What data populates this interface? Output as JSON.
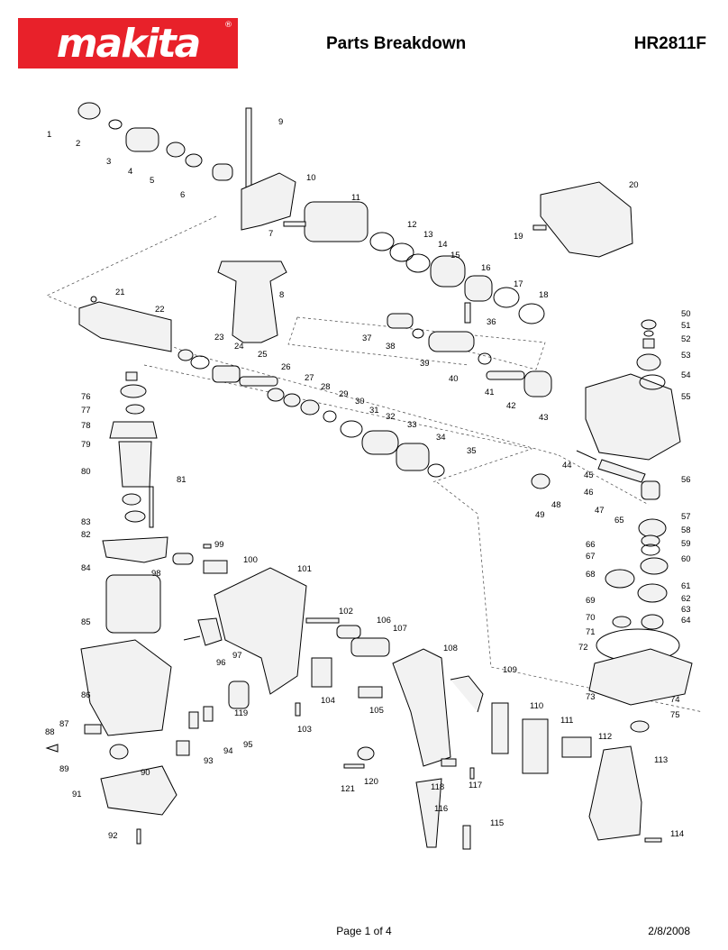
{
  "brand": {
    "name": "makita",
    "registered_mark": "®",
    "color": "#e8212a"
  },
  "header": {
    "title": "Parts Breakdown",
    "model": "HR2811F"
  },
  "footer": {
    "page": "Page 1 of 4",
    "date": "2/8/2008"
  },
  "parts": [
    "1",
    "2",
    "3",
    "4",
    "5",
    "6",
    "7",
    "8",
    "9",
    "10",
    "11",
    "12",
    "13",
    "14",
    "15",
    "16",
    "17",
    "18",
    "19",
    "20",
    "21",
    "22",
    "23",
    "24",
    "25",
    "26",
    "27",
    "28",
    "29",
    "30",
    "31",
    "32",
    "33",
    "34",
    "35",
    "36",
    "37",
    "38",
    "39",
    "40",
    "41",
    "42",
    "43",
    "44",
    "45",
    "46",
    "47",
    "48",
    "49",
    "50",
    "51",
    "52",
    "53",
    "54",
    "55",
    "56",
    "57",
    "58",
    "59",
    "60",
    "61",
    "62",
    "63",
    "64",
    "65",
    "66",
    "67",
    "68",
    "69",
    "70",
    "71",
    "72",
    "73",
    "74",
    "75",
    "76",
    "77",
    "78",
    "79",
    "80",
    "81",
    "82",
    "83",
    "84",
    "85",
    "86",
    "87",
    "88",
    "89",
    "90",
    "91",
    "92",
    "93",
    "94",
    "95",
    "96",
    "97",
    "98",
    "99",
    "100",
    "101",
    "102",
    "103",
    "104",
    "105",
    "106",
    "107",
    "108",
    "109",
    "110",
    "111",
    "112",
    "113",
    "114",
    "115",
    "116",
    "117",
    "118",
    "119",
    "120",
    "121"
  ]
}
